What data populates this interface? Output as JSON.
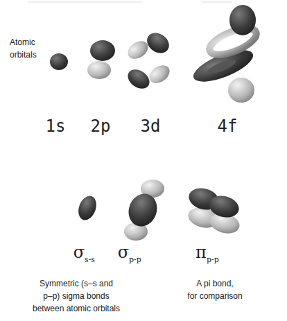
{
  "diagram": {
    "labels": [
      "Atomic orbitals",
      "1s",
      "2p",
      "3d",
      "4f",
      "σ",
      "s-s",
      "σ",
      "p-p",
      "π",
      "p-p",
      "Symmetric (s–s and p–p) sigma bonds between atomic orbitals",
      "A pi bond, for comparison"
    ]
  }
}
